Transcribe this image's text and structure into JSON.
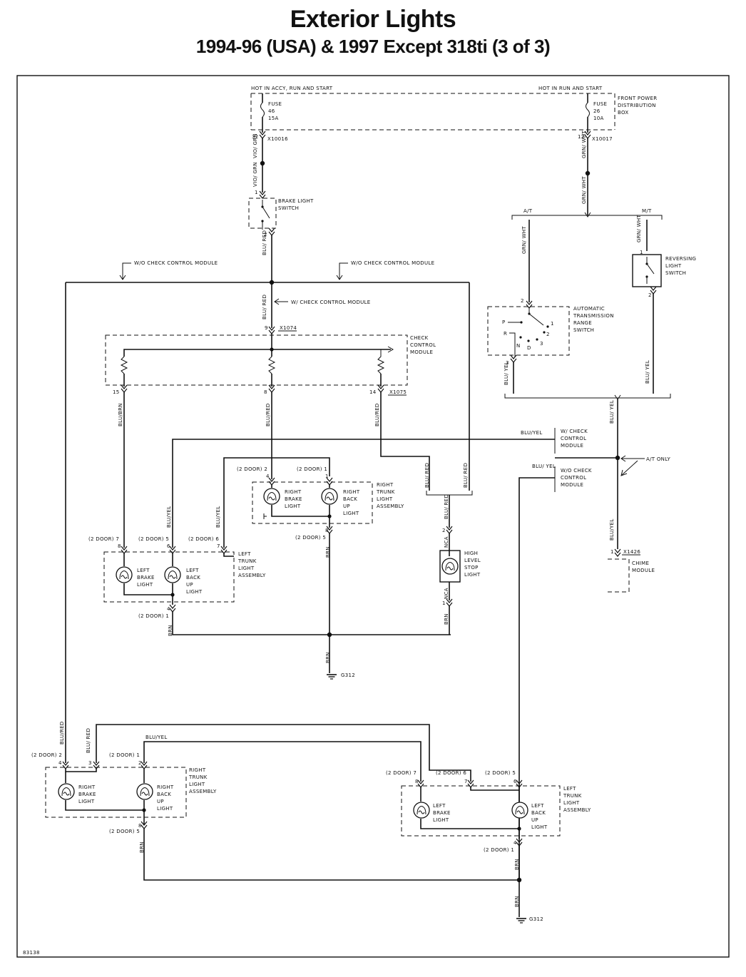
{
  "title": "Exterior Lights",
  "subtitle": "1994-96 (USA) & 1997 Except 318ti (3 of 3)",
  "figure_id": "83138",
  "power": {
    "left_hot": "HOT IN ACCY, RUN AND START",
    "right_hot": "HOT IN RUN AND START",
    "fuse_left": [
      "FUSE",
      "46",
      "15A"
    ],
    "fuse_right": [
      "FUSE",
      "26",
      "10A"
    ],
    "box": [
      "FRONT POWER",
      "DISTRIBUTION",
      "BOX"
    ],
    "pin_left": "32",
    "conn_left": "X10016",
    "pin_right": "12",
    "conn_right": "X10017"
  },
  "wires": {
    "vio_grn": "VIO/ GRN",
    "grn_wht": "GRN/ WHT",
    "blu_red": "BLU/ RED",
    "blu_red_flat": "BLU/RED",
    "blu_brn": "BLU/BRN",
    "blu_yel": "BLU/YEL",
    "blu_yel_split": "BLU/ YEL",
    "brn": "BRN",
    "nca": "NCA"
  },
  "brake_switch": {
    "label": [
      "BRAKE LIGHT",
      "SWITCH"
    ],
    "pin_in": "1",
    "pin_out": "2"
  },
  "check_control": {
    "wo_left": "W/O CHECK CONTROL MODULE",
    "wo_right": "W/O CHECK CONTROL MODULE",
    "with": "W/ CHECK CONTROL MODULE",
    "pin_in": "9",
    "conn_in": "X1074",
    "label": [
      "CHECK",
      "CONTROL",
      "MODULE"
    ],
    "pin_15": "15",
    "pin_8": "8",
    "pin_14": "14",
    "conn_out": "X1075"
  },
  "trans": {
    "at": "A/T",
    "mt": "M/T",
    "switch_label": [
      "AUTOMATIC",
      "TRANSMISSION",
      "RANGE",
      "SWITCH"
    ],
    "reversing": [
      "REVERSING",
      "LIGHT",
      "SWITCH"
    ],
    "p": "P",
    "r": "R",
    "n": "N",
    "d": "D",
    "one": "1",
    "two": "2",
    "three": "3",
    "pin2": "2",
    "pin3": "3",
    "pin1": "1"
  },
  "branch": {
    "w_ccm": [
      "W/ CHECK",
      "CONTROL",
      "MODULE"
    ],
    "wo_ccm": [
      "W/O CHECK",
      "CONTROL",
      "MODULE"
    ],
    "at_only": "A/T ONLY",
    "blu_yel_a": "BLU/YEL",
    "blu_yel_b": "BLU/ YEL"
  },
  "chime": {
    "label": [
      "CHIME",
      "MODULE"
    ],
    "pin": "1",
    "conn": "X1426"
  },
  "upper_right_trunk": {
    "label": [
      "RIGHT",
      "TRUNK",
      "LIGHT",
      "ASSEMBLY"
    ],
    "brake": [
      "RIGHT",
      "BRAKE",
      "LIGHT"
    ],
    "backup": [
      "RIGHT",
      "BACK",
      "UP",
      "LIGHT"
    ],
    "p2": "(2 DOOR) 2",
    "p1": "(2 DOOR) 1",
    "p5": "(2 DOOR) 5",
    "pin4": "4",
    "pin1": "1",
    "pin8": "8"
  },
  "upper_left_trunk": {
    "label": [
      "LEFT",
      "TRUNK",
      "LIGHT",
      "ASSEMBLY"
    ],
    "brake": [
      "LEFT",
      "BRAKE",
      "LIGHT"
    ],
    "backup": [
      "LEFT",
      "BACK",
      "UP",
      "LIGHT"
    ],
    "p7": "(2 DOOR) 7",
    "p5": "(2 DOOR) 5",
    "p6": "(2 DOOR) 6",
    "p1": "(2 DOOR) 1",
    "pin8": "8",
    "pin6": "6",
    "pin7": "7",
    "pin4": "4"
  },
  "hls": {
    "label": [
      "HIGH",
      "LEVEL",
      "STOP",
      "LIGHT"
    ],
    "pin2": "2",
    "pin1": "1"
  },
  "ground": "G312",
  "lower_right_trunk": {
    "label": [
      "RIGHT",
      "TRUNK",
      "LIGHT",
      "ASSEMBLY"
    ],
    "brake": [
      "RIGHT",
      "BRAKE",
      "LIGHT"
    ],
    "backup": [
      "RIGHT",
      "BACK",
      "UP",
      "LIGHT"
    ],
    "p2": "(2 DOOR) 2",
    "p1": "(2 DOOR) 1",
    "p5": "(2 DOOR) 5",
    "pin4": "4",
    "pin3": "3",
    "pin2": "2",
    "pin8": "8"
  },
  "lower_left_trunk": {
    "label": [
      "LEFT",
      "TRUNK",
      "LIGHT",
      "ASSEMBLY"
    ],
    "brake": [
      "LEFT",
      "BRAKE",
      "LIGHT"
    ],
    "backup": [
      "LEFT",
      "BACK",
      "UP",
      "LIGHT"
    ],
    "p7": "(2 DOOR) 7",
    "p6": "(2 DOOR) 6",
    "p5": "(2 DOOR) 5",
    "p1": "(2 DOOR) 1",
    "pin8": "8",
    "pin7": "7",
    "pin6": "6",
    "pin4": "4"
  }
}
